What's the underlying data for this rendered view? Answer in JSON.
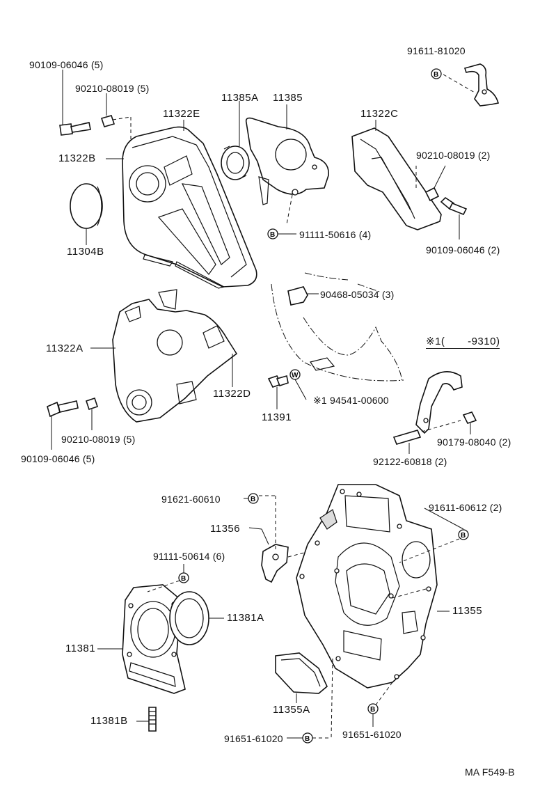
{
  "labels": {
    "p91611_81020": "91611-81020",
    "p90109_06046_5a": "90109-06046 (5)",
    "p90210_08019_5a": "90210-08019 (5)",
    "p11385A": "11385A",
    "p11385": "11385",
    "p11322E": "11322E",
    "p11322C": "11322C",
    "p11322B": "11322B",
    "p90210_08019_2": "90210-08019 (2)",
    "p11304B": "11304B",
    "p91111_50616": "91111-50616 (4)",
    "p90109_06046_2": "90109-06046 (2)",
    "p90468_05034": "90468-05034 (3)",
    "p11322A": "11322A",
    "note1": "※1(       -9310)",
    "p11322D": "11322D",
    "p94541_00600": "※1 94541-00600",
    "p11391": "11391",
    "p90210_08019_5b": "90210-08019 (5)",
    "p90179_08040": "90179-08040 (2)",
    "p90109_06046_5b": "90109-06046 (5)",
    "p92122_60818": "92122-60818 (2)",
    "p91621_60610": "91621-60610",
    "p91611_60612": "91611-60612 (2)",
    "p11356": "11356",
    "p91111_50614": "91111-50614 (6)",
    "p11381A": "11381A",
    "p11355": "11355",
    "p11381": "11381",
    "p11355A": "11355A",
    "p11381B": "11381B",
    "p91651_61020a": "91651-61020",
    "p91651_61020b": "91651-61020",
    "figure_code": "MA F549-B"
  },
  "badges": {
    "B": "B",
    "W": "W"
  }
}
